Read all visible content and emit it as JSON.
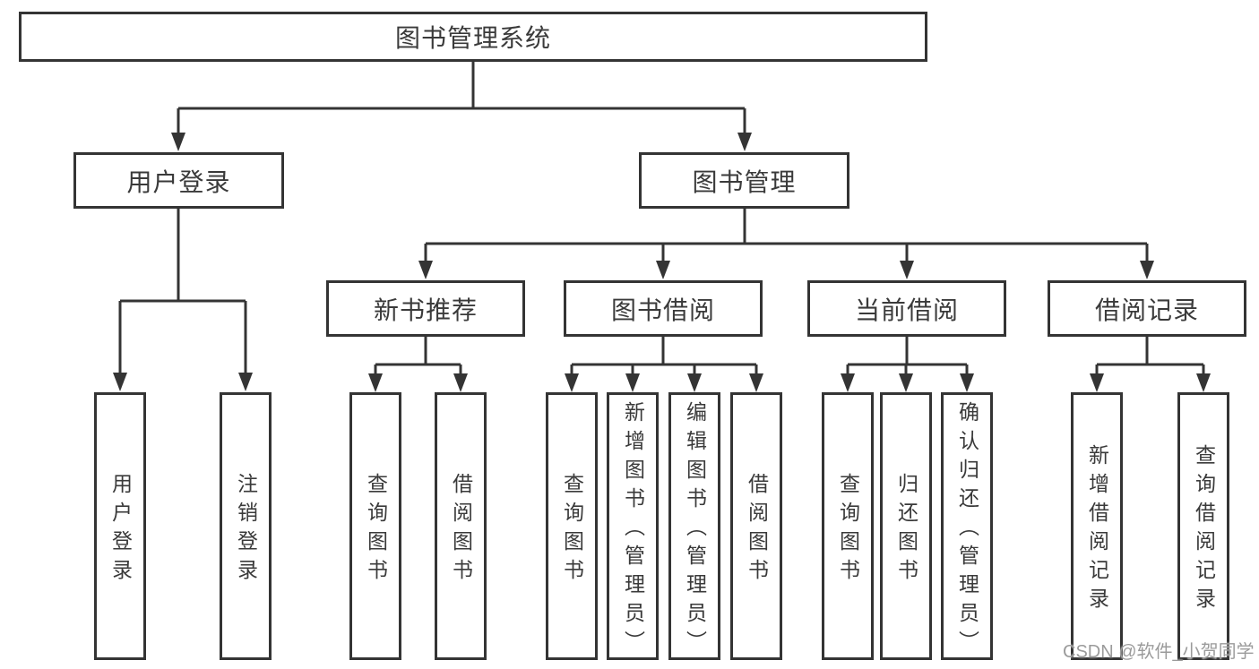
{
  "diagram": {
    "root": {
      "label": "图书管理系统"
    },
    "level2": [
      {
        "label": "用户登录",
        "parent": "图书管理系统"
      },
      {
        "label": "图书管理",
        "parent": "图书管理系统"
      }
    ],
    "level3": [
      {
        "label": "新书推荐",
        "parent": "图书管理"
      },
      {
        "label": "图书借阅",
        "parent": "图书管理"
      },
      {
        "label": "当前借阅",
        "parent": "图书管理"
      },
      {
        "label": "借阅记录",
        "parent": "图书管理"
      }
    ],
    "leaves": [
      {
        "label": "用户登录",
        "parent": "用户登录"
      },
      {
        "label": "注销登录",
        "parent": "用户登录"
      },
      {
        "label": "查询图书",
        "parent": "新书推荐"
      },
      {
        "label": "借阅图书",
        "parent": "新书推荐"
      },
      {
        "label": "查询图书",
        "parent": "图书借阅"
      },
      {
        "label": "新增图书（管理员）",
        "parent": "图书借阅"
      },
      {
        "label": "编辑图书（管理员）",
        "parent": "图书借阅"
      },
      {
        "label": "借阅图书",
        "parent": "图书借阅"
      },
      {
        "label": "查询图书",
        "parent": "当前借阅"
      },
      {
        "label": "归还图书",
        "parent": "当前借阅"
      },
      {
        "label": "确认归还（管理员）",
        "parent": "当前借阅"
      },
      {
        "label": "新增借阅记录",
        "parent": "借阅记录"
      },
      {
        "label": "查询借阅记录",
        "parent": "借阅记录"
      }
    ]
  },
  "watermark": {
    "text": "CSDN @软件_小贺同学"
  },
  "colors": {
    "line": "#343434",
    "text": "#3a3a3a",
    "watermark": "#9b9b9b",
    "background": "#ffffff"
  }
}
